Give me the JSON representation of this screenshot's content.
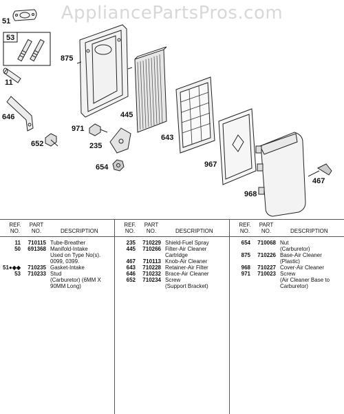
{
  "watermark": "AppliancePartsPros.com",
  "callouts": [
    "51",
    "53",
    "875",
    "11",
    "445",
    "646",
    "971",
    "652",
    "235",
    "643",
    "654",
    "967",
    "467",
    "968"
  ],
  "table_headers": {
    "ref_line1": "REF.",
    "ref_line2": "NO.",
    "part_line1": "PART",
    "part_line2": "NO.",
    "description": "DESCRIPTION"
  },
  "columns": [
    [
      {
        "ref": "11",
        "part": "710115",
        "desc": [
          "Tube-Breather"
        ]
      },
      {
        "ref": "50",
        "part": "691368",
        "desc": [
          "Manifold-Intake",
          "Used on Type No(s).",
          "0099, 0399."
        ]
      },
      {
        "ref": "51●◆◆",
        "part": "710235",
        "desc": [
          "Gasket-Intake"
        ]
      },
      {
        "ref": "53",
        "part": "710233",
        "desc": [
          "Stud",
          "(Carburetor) (6MM X",
          "90MM Long)"
        ]
      }
    ],
    [
      {
        "ref": "235",
        "part": "710229",
        "desc": [
          "Shield-Fuel Spray"
        ]
      },
      {
        "ref": "445",
        "part": "710266",
        "desc": [
          "Filter-Air Cleaner",
          "Cartridge"
        ]
      },
      {
        "ref": "467",
        "part": "710113",
        "desc": [
          "Knob-Air Cleaner"
        ]
      },
      {
        "ref": "643",
        "part": "710228",
        "desc": [
          "Retainer-Air Filter"
        ]
      },
      {
        "ref": "646",
        "part": "710232",
        "desc": [
          "Brace-Air Cleaner"
        ]
      },
      {
        "ref": "652",
        "part": "710234",
        "desc": [
          "Screw",
          "(Support Bracket)"
        ]
      }
    ],
    [
      {
        "ref": "654",
        "part": "710068",
        "desc": [
          "Nut",
          "(Carburetor)"
        ]
      },
      {
        "ref": "875",
        "part": "710226",
        "desc": [
          "Base-Air Cleaner",
          "(Plastic)"
        ]
      },
      {
        "ref": "968",
        "part": "710227",
        "desc": [
          "Cover-Air Cleaner"
        ]
      },
      {
        "ref": "971",
        "part": "710023",
        "desc": [
          "Screw",
          "(Air Cleaner Base to",
          "Carburetor)"
        ]
      }
    ]
  ]
}
